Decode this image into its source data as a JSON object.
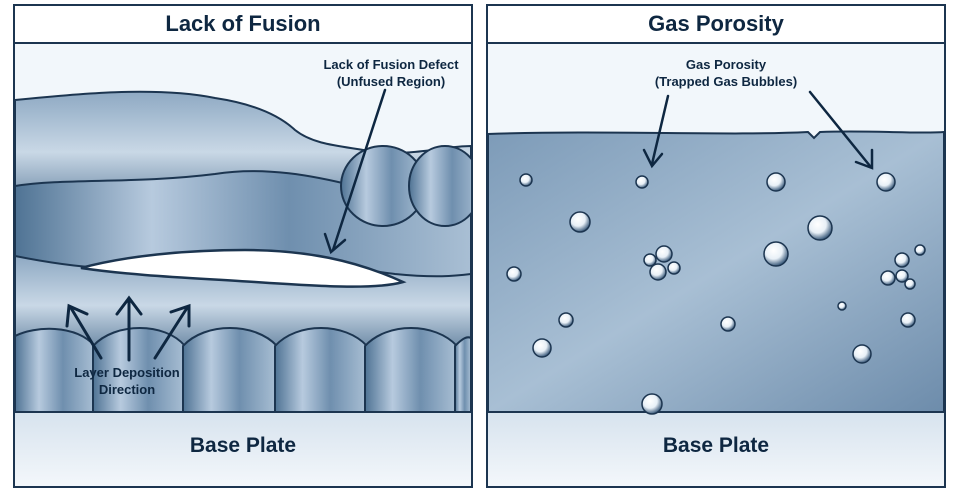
{
  "panels": {
    "lack_of_fusion": {
      "title": "Lack of Fusion",
      "defect_label_line1": "Lack of Fusion Defect",
      "defect_label_line2": "(Unfused Region)",
      "direction_label_line1": "Layer Deposition",
      "direction_label_line2": "Direction",
      "base_label": "Base Plate"
    },
    "gas_porosity": {
      "title": "Gas Porosity",
      "defect_label_line1": "Gas Porosity",
      "defect_label_line2": "(Trapped Gas Bubbles)",
      "base_label": "Base Plate"
    }
  },
  "colors": {
    "border": "#1c3550",
    "title_text": "#0e2741",
    "metal_light": "#c7d6e4",
    "metal_dark": "#3d5f80",
    "base_plate": "#e6eef5"
  }
}
